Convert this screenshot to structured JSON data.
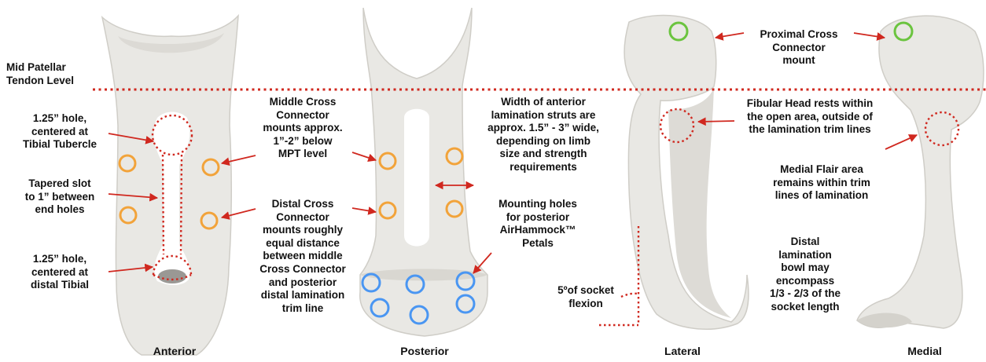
{
  "colors": {
    "socket_fill": "#e9e8e4",
    "socket_shade": "#cfcdc7",
    "annotation_red": "#d0281f",
    "marker_orange": "#f2a33a",
    "marker_blue": "#4a96f2",
    "marker_green": "#6bc43f"
  },
  "views": {
    "anterior": "Anterior",
    "posterior": "Posterior",
    "lateral": "Lateral",
    "medial": "Medial"
  },
  "labels": {
    "mpt_level": [
      "Mid Patellar",
      "Tendon Level"
    ],
    "hole_tibial_tubercle": [
      "1.25” hole,",
      "centered at",
      "Tibial Tubercle"
    ],
    "tapered_slot": [
      "Tapered slot",
      "to 1” between",
      "end holes"
    ],
    "hole_distal_tibial": [
      "1.25” hole,",
      "centered at",
      "distal Tibial"
    ],
    "middle_cross_connector": [
      "Middle Cross",
      "Connector",
      "mounts approx.",
      "1”-2” below",
      "MPT level"
    ],
    "distal_cross_connector": [
      "Distal Cross",
      "Connector",
      "mounts roughly",
      "equal distance",
      "between middle",
      "Cross Connector",
      "and posterior",
      "distal lamination",
      "trim line"
    ],
    "strut_width": [
      "Width of anterior",
      "lamination struts are",
      "approx. 1.5” - 3” wide,",
      "depending on limb",
      "size and strength",
      "requirements"
    ],
    "mounting_holes": [
      "Mounting holes",
      "for posterior",
      "AirHammock™",
      "Petals"
    ],
    "socket_flexion": [
      "5ºof socket",
      "flexion"
    ],
    "proximal_cross_connector": [
      "Proximal Cross",
      "Connector",
      "mount"
    ],
    "fibular_head": [
      "Fibular Head rests within",
      "the open area, outside of",
      "the lamination trim lines"
    ],
    "medial_flair": [
      "Medial Flair area",
      "remains within trim",
      "lines of lamination"
    ],
    "distal_bowl": [
      "Distal",
      "lamination",
      "bowl may",
      "encompass",
      "1/3 - 2/3 of the",
      "socket length"
    ]
  }
}
